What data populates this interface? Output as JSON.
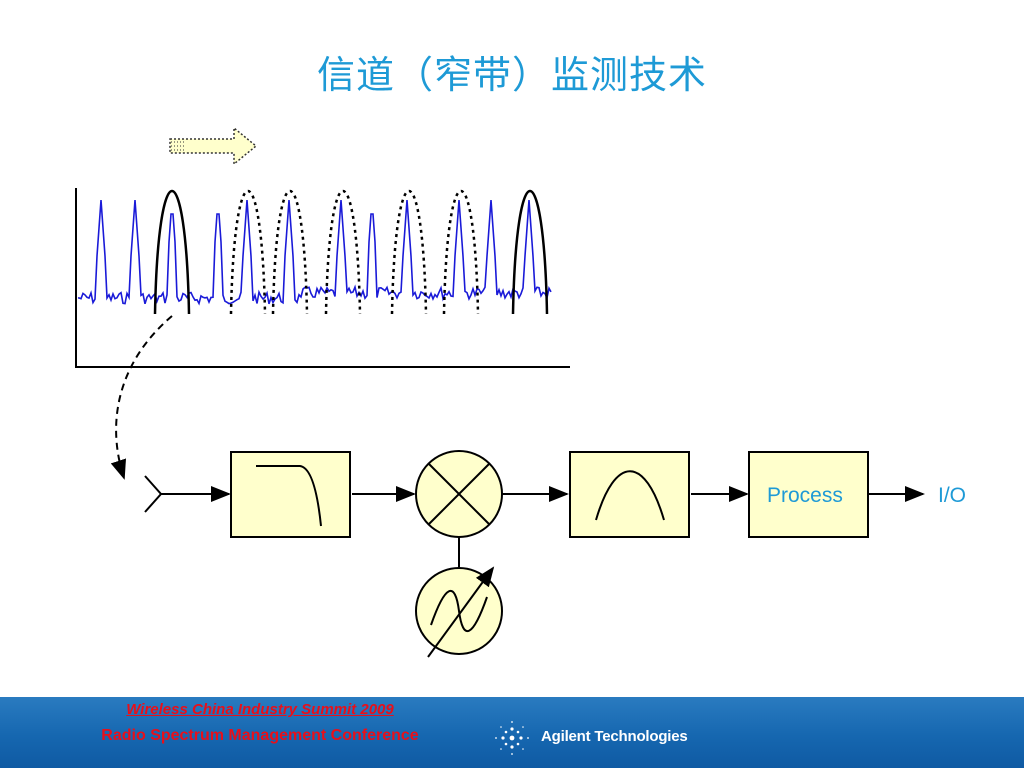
{
  "title": "信道（窄带）监测技术",
  "diagram": {
    "process_label": "Process",
    "io_label": "I/O"
  },
  "footer": {
    "line1": "Wireless China Industry Summit 2009",
    "line2": "Radio Spectrum Management Conference",
    "brand": "Agilent Technologies",
    "logo_icon": "agilent-spark-icon"
  },
  "colors": {
    "title": "#1e9ad6",
    "spectrum_trace": "#1a1ad8",
    "block_fill": "#ffffcc",
    "footer_bg": "#1667b0",
    "footer_text": "#e8101a",
    "process_text": "#1e9ad6"
  }
}
